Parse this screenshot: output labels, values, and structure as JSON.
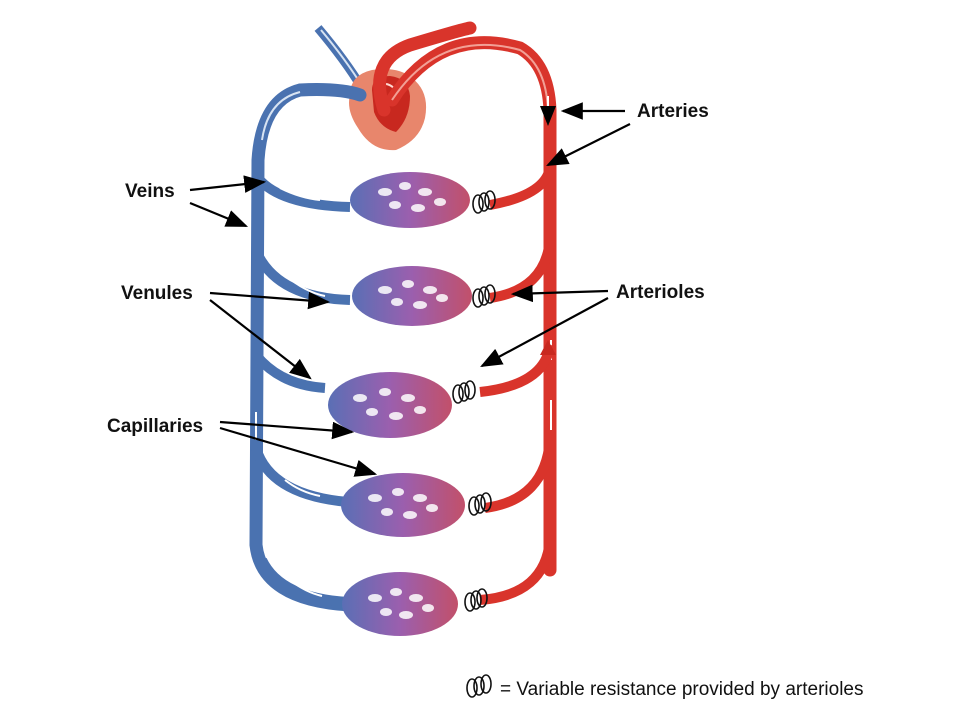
{
  "labels": {
    "arteries": "Arteries",
    "veins": "Veins",
    "venules": "Venules",
    "arterioles": "Arterioles",
    "capillaries": "Capillaries"
  },
  "legend": {
    "text": "= Variable resistance provided by arterioles"
  },
  "colors": {
    "artery": "#d9342b",
    "vein": "#4a72b0",
    "capillary": "#8c5ba8",
    "heart": "#e07a5f",
    "coil": "#111111",
    "arrow": "#000000"
  }
}
